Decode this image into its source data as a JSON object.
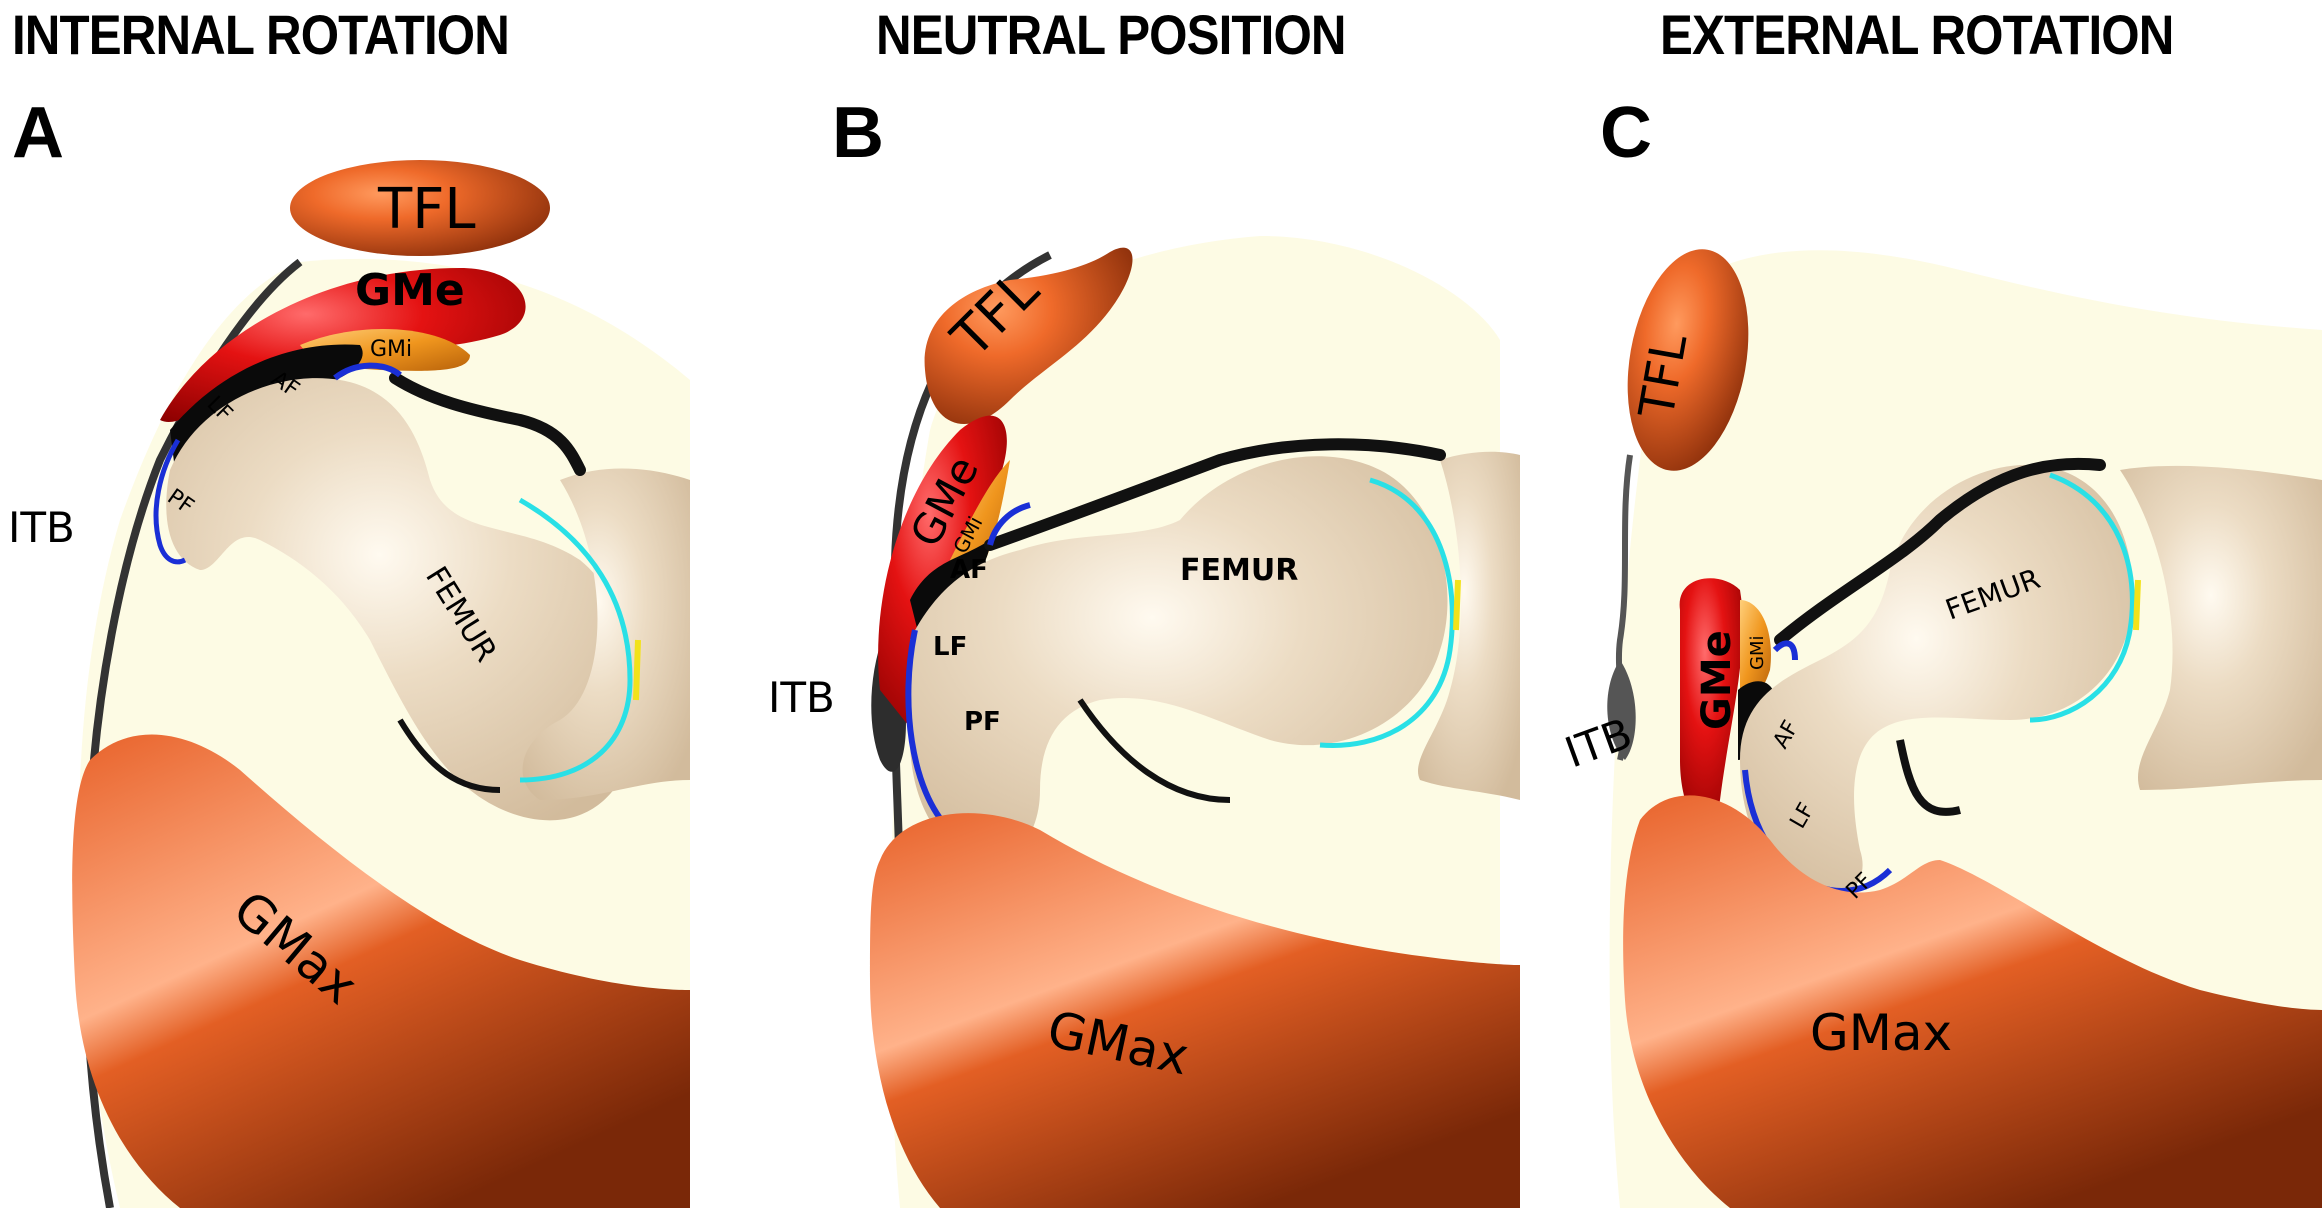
{
  "figure": {
    "panels": [
      {
        "id": "A",
        "letter": "A",
        "heading": "INTERNAL ROTATION",
        "labels": {
          "tfl": "TFL",
          "gme": "GMe",
          "gmi": "GMi",
          "af": "AF",
          "lf": "LF",
          "pf": "PF",
          "itb": "ITB",
          "femur": "FEMUR",
          "gmax": "GMax"
        }
      },
      {
        "id": "B",
        "letter": "B",
        "heading": "NEUTRAL POSITION",
        "labels": {
          "tfl": "TFL",
          "gme": "GMe",
          "gmi": "GMi",
          "af": "AF",
          "lf": "LF",
          "pf": "PF",
          "itb": "ITB",
          "femur": "FEMUR",
          "gmax": "GMax"
        }
      },
      {
        "id": "C",
        "letter": "C",
        "heading": "EXTERNAL ROTATION",
        "labels": {
          "tfl": "TFL",
          "gme": "GMe",
          "gmi": "GMi",
          "af": "AF",
          "lf": "LF",
          "pf": "PF",
          "itb": "ITB",
          "femur": "FEMUR",
          "gmax": "GMax"
        }
      }
    ],
    "colors": {
      "background_tissue": "#fdfbe4",
      "bone": "#e6d5bd",
      "tfl_gmax": "#d9561e",
      "gme": "#e01010",
      "gmi": "#f0961e",
      "capsule": "#1a1a1a",
      "itb": "#333333",
      "bursa_blue": "#1a2fd6",
      "cartilage_cyan": "#29e0e6",
      "labrum_yellow": "#f2e21a"
    }
  }
}
